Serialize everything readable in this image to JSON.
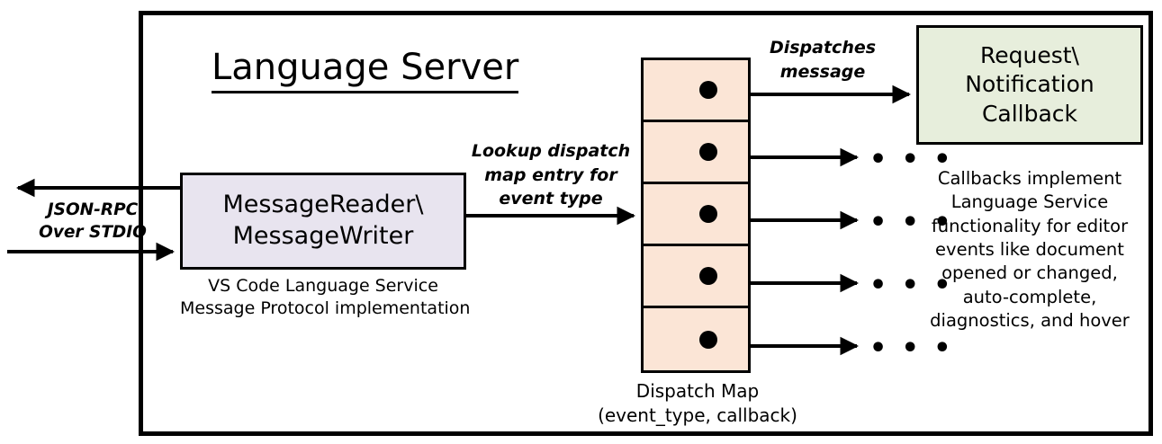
{
  "diagram": {
    "title": "Language Server",
    "outer_border_color": "#000000",
    "background": "#ffffff"
  },
  "reader": {
    "title": "MessageReader\\\nMessageWriter",
    "caption": "VS Code Language Service\nMessage Protocol implementation",
    "fill": "#E8E4EF"
  },
  "transport": {
    "label": "JSON-RPC\nOver STDIO"
  },
  "lookup": {
    "label": "Lookup dispatch\nmap entry for\nevent type"
  },
  "dispatch": {
    "message_label": "Dispatches\nmessage",
    "caption": "Dispatch Map\n(event_type, callback)",
    "fill": "#FBE5D6",
    "cell_count": 5,
    "cells": [
      {
        "index": 0,
        "target": "callback-box"
      },
      {
        "index": 1,
        "target": "ellipsis"
      },
      {
        "index": 2,
        "target": "ellipsis"
      },
      {
        "index": 3,
        "target": "ellipsis"
      },
      {
        "index": 4,
        "target": "ellipsis"
      }
    ],
    "ellipsis_glyph": "• • •"
  },
  "callback": {
    "title": "Request\\\nNotification\nCallback",
    "fill": "#E7EEDC",
    "description": "Callbacks implement\nLanguage Service\nfunctionality for editor\nevents like document\nopened or changed,\nauto-complete,\ndiagnostics, and hover"
  }
}
